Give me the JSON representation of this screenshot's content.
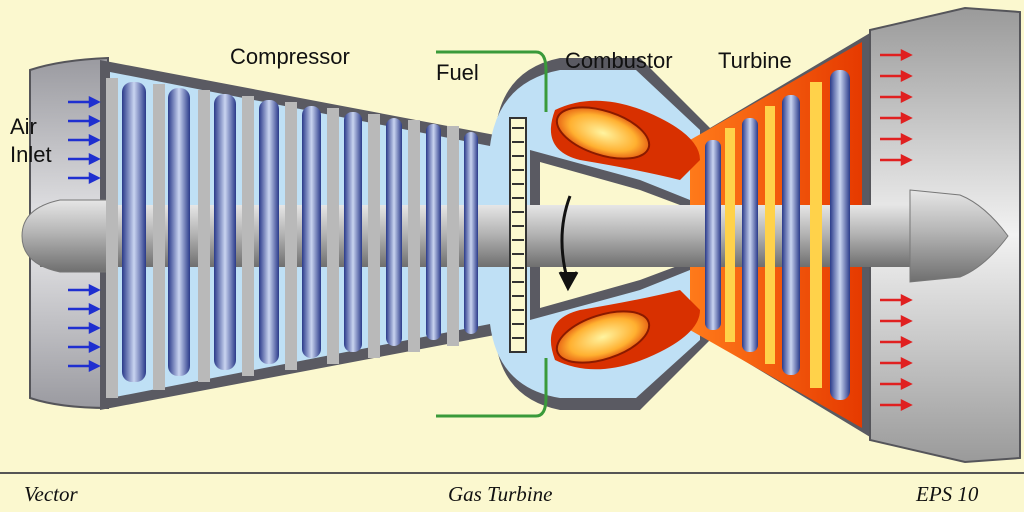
{
  "labels": {
    "compressor": "Compressor",
    "fuel": "Fuel",
    "combustor": "Combustor",
    "turbine": "Turbine",
    "air_inlet_line1": "Air",
    "air_inlet_line2": "Inlet"
  },
  "footer": {
    "left": "Vector",
    "center": "Gas Turbine",
    "right": "EPS 10"
  },
  "colors": {
    "background": "#fbf8cf",
    "casing": "#5a5a62",
    "cold_air": "#bfe0f5",
    "hot_gas": "#f04a00",
    "shaft": "#a9a9a9",
    "fuel_line": "#3a9a3a",
    "inlet_arrows": "#1f2fd0",
    "exhaust_arrows": "#e02020"
  },
  "icons": [
    "rotation-arrow-icon",
    "inlet-arrow-icon",
    "exhaust-arrow-icon"
  ]
}
